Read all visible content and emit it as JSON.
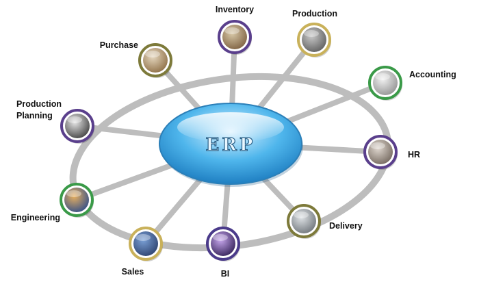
{
  "hub": {
    "label": "ERP"
  },
  "modules": [
    {
      "id": "inventory",
      "label": "Inventory",
      "ring": "#5a3f8c",
      "photo": [
        "#d8c9a8",
        "#7a5c3c"
      ]
    },
    {
      "id": "production",
      "label": "Production",
      "ring": "#c9b15a",
      "photo": [
        "#c8c8c8",
        "#5a5a5a"
      ]
    },
    {
      "id": "accounting",
      "label": "Accounting",
      "ring": "#3a9a48",
      "photo": [
        "#f2f2f2",
        "#8e8e8e"
      ]
    },
    {
      "id": "hr",
      "label": "HR",
      "ring": "#5a3f8c",
      "photo": [
        "#e0d8d0",
        "#6e6258"
      ]
    },
    {
      "id": "delivery",
      "label": "Delivery",
      "ring": "#7d7a3a",
      "photo": [
        "#dfe3e6",
        "#6a7076"
      ]
    },
    {
      "id": "bi",
      "label": "BI",
      "ring": "#4a3a8a",
      "photo": [
        "#c6a6ec",
        "#2e1c52"
      ]
    },
    {
      "id": "sales",
      "label": "Sales",
      "ring": "#c9b15a",
      "photo": [
        "#7aa0d6",
        "#2a3e6a"
      ]
    },
    {
      "id": "engineering",
      "label": "Engineering",
      "ring": "#3a9a48",
      "photo": [
        "#e8b060",
        "#2a4a8a"
      ]
    },
    {
      "id": "production-planning",
      "label": [
        "Production",
        "Planning"
      ],
      "ring": "#5a3f8c",
      "photo": [
        "#e6e6e6",
        "#3a3a3a"
      ]
    },
    {
      "id": "purchase",
      "label": "Purchase",
      "ring": "#7d7a3a",
      "photo": [
        "#e6d8c0",
        "#8a6a40"
      ]
    }
  ],
  "colors": {
    "track": "#bdbdbd",
    "hub_light": "#dff3ff",
    "hub_mid": "#4fb6ec",
    "hub_dark": "#1f7fc2"
  }
}
